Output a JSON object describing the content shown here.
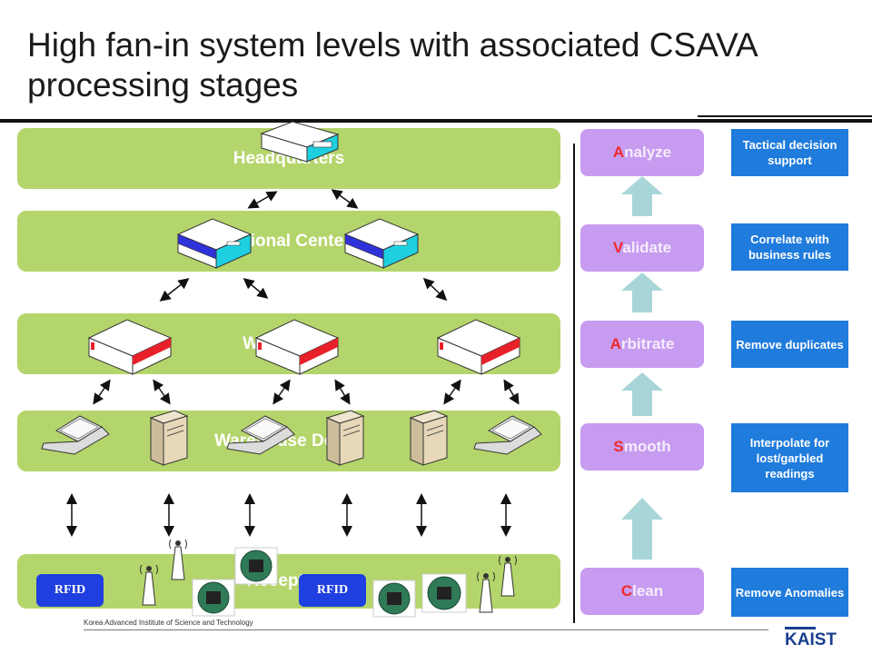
{
  "title": "High fan-in system levels with associated CSAVA processing stages",
  "levels": [
    {
      "label": "Headquarters"
    },
    {
      "label": "Regional Centers"
    },
    {
      "label": "Warehouse"
    },
    {
      "label": "Warehouse Docks"
    },
    {
      "label": "Receptors"
    }
  ],
  "stages": [
    {
      "first": "A",
      "rest": "nalyze",
      "desc": "Tactical decision support"
    },
    {
      "first": "V",
      "rest": "alidate",
      "desc": "Correlate with business rules"
    },
    {
      "first": "A",
      "rest": "rbitrate",
      "desc": "Remove duplicates"
    },
    {
      "first": "S",
      "rest": "mooth",
      "desc": "Interpolate for lost/garbled readings"
    },
    {
      "first": "C",
      "rest": "lean",
      "desc": "Remove Anomalies"
    }
  ],
  "rfid_labels": [
    "RFID",
    "RFID"
  ],
  "footer": "Korea Advanced Institute of Science and Technology",
  "logo_text": "KAIST",
  "colors": {
    "band": "#b4d56b",
    "stage": "#c79bf0",
    "desc": "#1f7bdc",
    "arrow": "#a8d6d8",
    "rfid": "#1f3fe0"
  }
}
